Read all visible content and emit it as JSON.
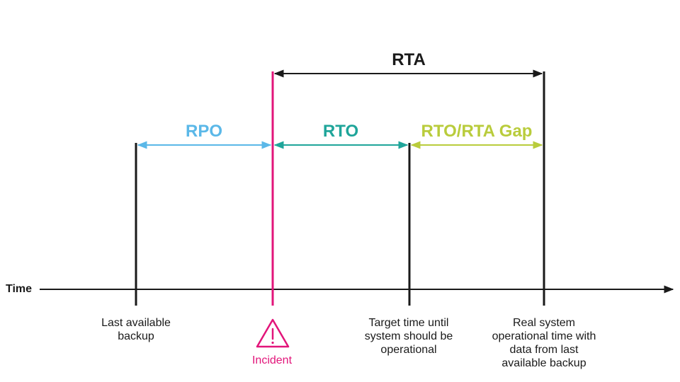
{
  "timeline": {
    "axis_label": "Time"
  },
  "spans": {
    "rta": {
      "label": "RTA",
      "color": "#1a1a1a"
    },
    "rpo": {
      "label": "RPO",
      "color": "#5bb8e8"
    },
    "rto": {
      "label": "RTO",
      "color": "#1fa59a"
    },
    "gap": {
      "label": "RTO/RTA Gap",
      "color": "#b9cc3c"
    }
  },
  "markers": {
    "backup": {
      "caption": [
        "Last available",
        "backup"
      ]
    },
    "incident": {
      "caption": "Incident",
      "color": "#e2157a",
      "icon": "warning-triangle-icon"
    },
    "target": {
      "caption": [
        "Target time until",
        "system should be",
        "operational"
      ]
    },
    "real": {
      "caption": [
        "Real system",
        "operational time with",
        "data from last",
        "available backup"
      ]
    }
  }
}
